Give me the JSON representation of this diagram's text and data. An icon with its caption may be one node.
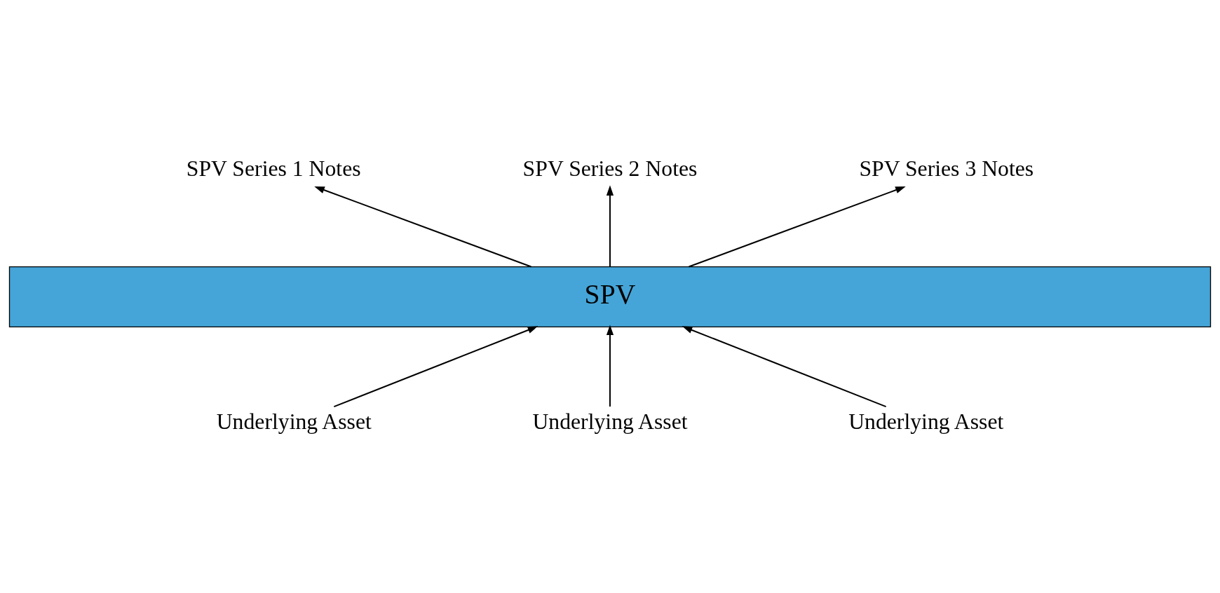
{
  "diagram": {
    "nodes": [
      {
        "text": [
          "SPV"
        ]
      },
      {
        "text": [
          "SPV Series 1 Notes"
        ]
      },
      {
        "text": [
          "SPV Series 2 Notes"
        ]
      },
      {
        "text": [
          "SPV Series 3 Notes"
        ]
      },
      {
        "text": [
          "Underlying Asset"
        ]
      },
      {
        "text": [
          "Underlying Asset"
        ]
      },
      {
        "text": [
          "Underlying Asset"
        ]
      }
    ],
    "edges": [
      {
        "from": 0,
        "to": 1,
        "arrow": "to"
      },
      {
        "from": 0,
        "to": 2,
        "arrow": "to"
      },
      {
        "from": 0,
        "to": 3,
        "arrow": "to"
      },
      {
        "from": 4,
        "to": 0,
        "arrow": "to"
      },
      {
        "from": 5,
        "to": 0,
        "arrow": "to"
      },
      {
        "from": 6,
        "to": 0,
        "arrow": "to"
      }
    ]
  }
}
